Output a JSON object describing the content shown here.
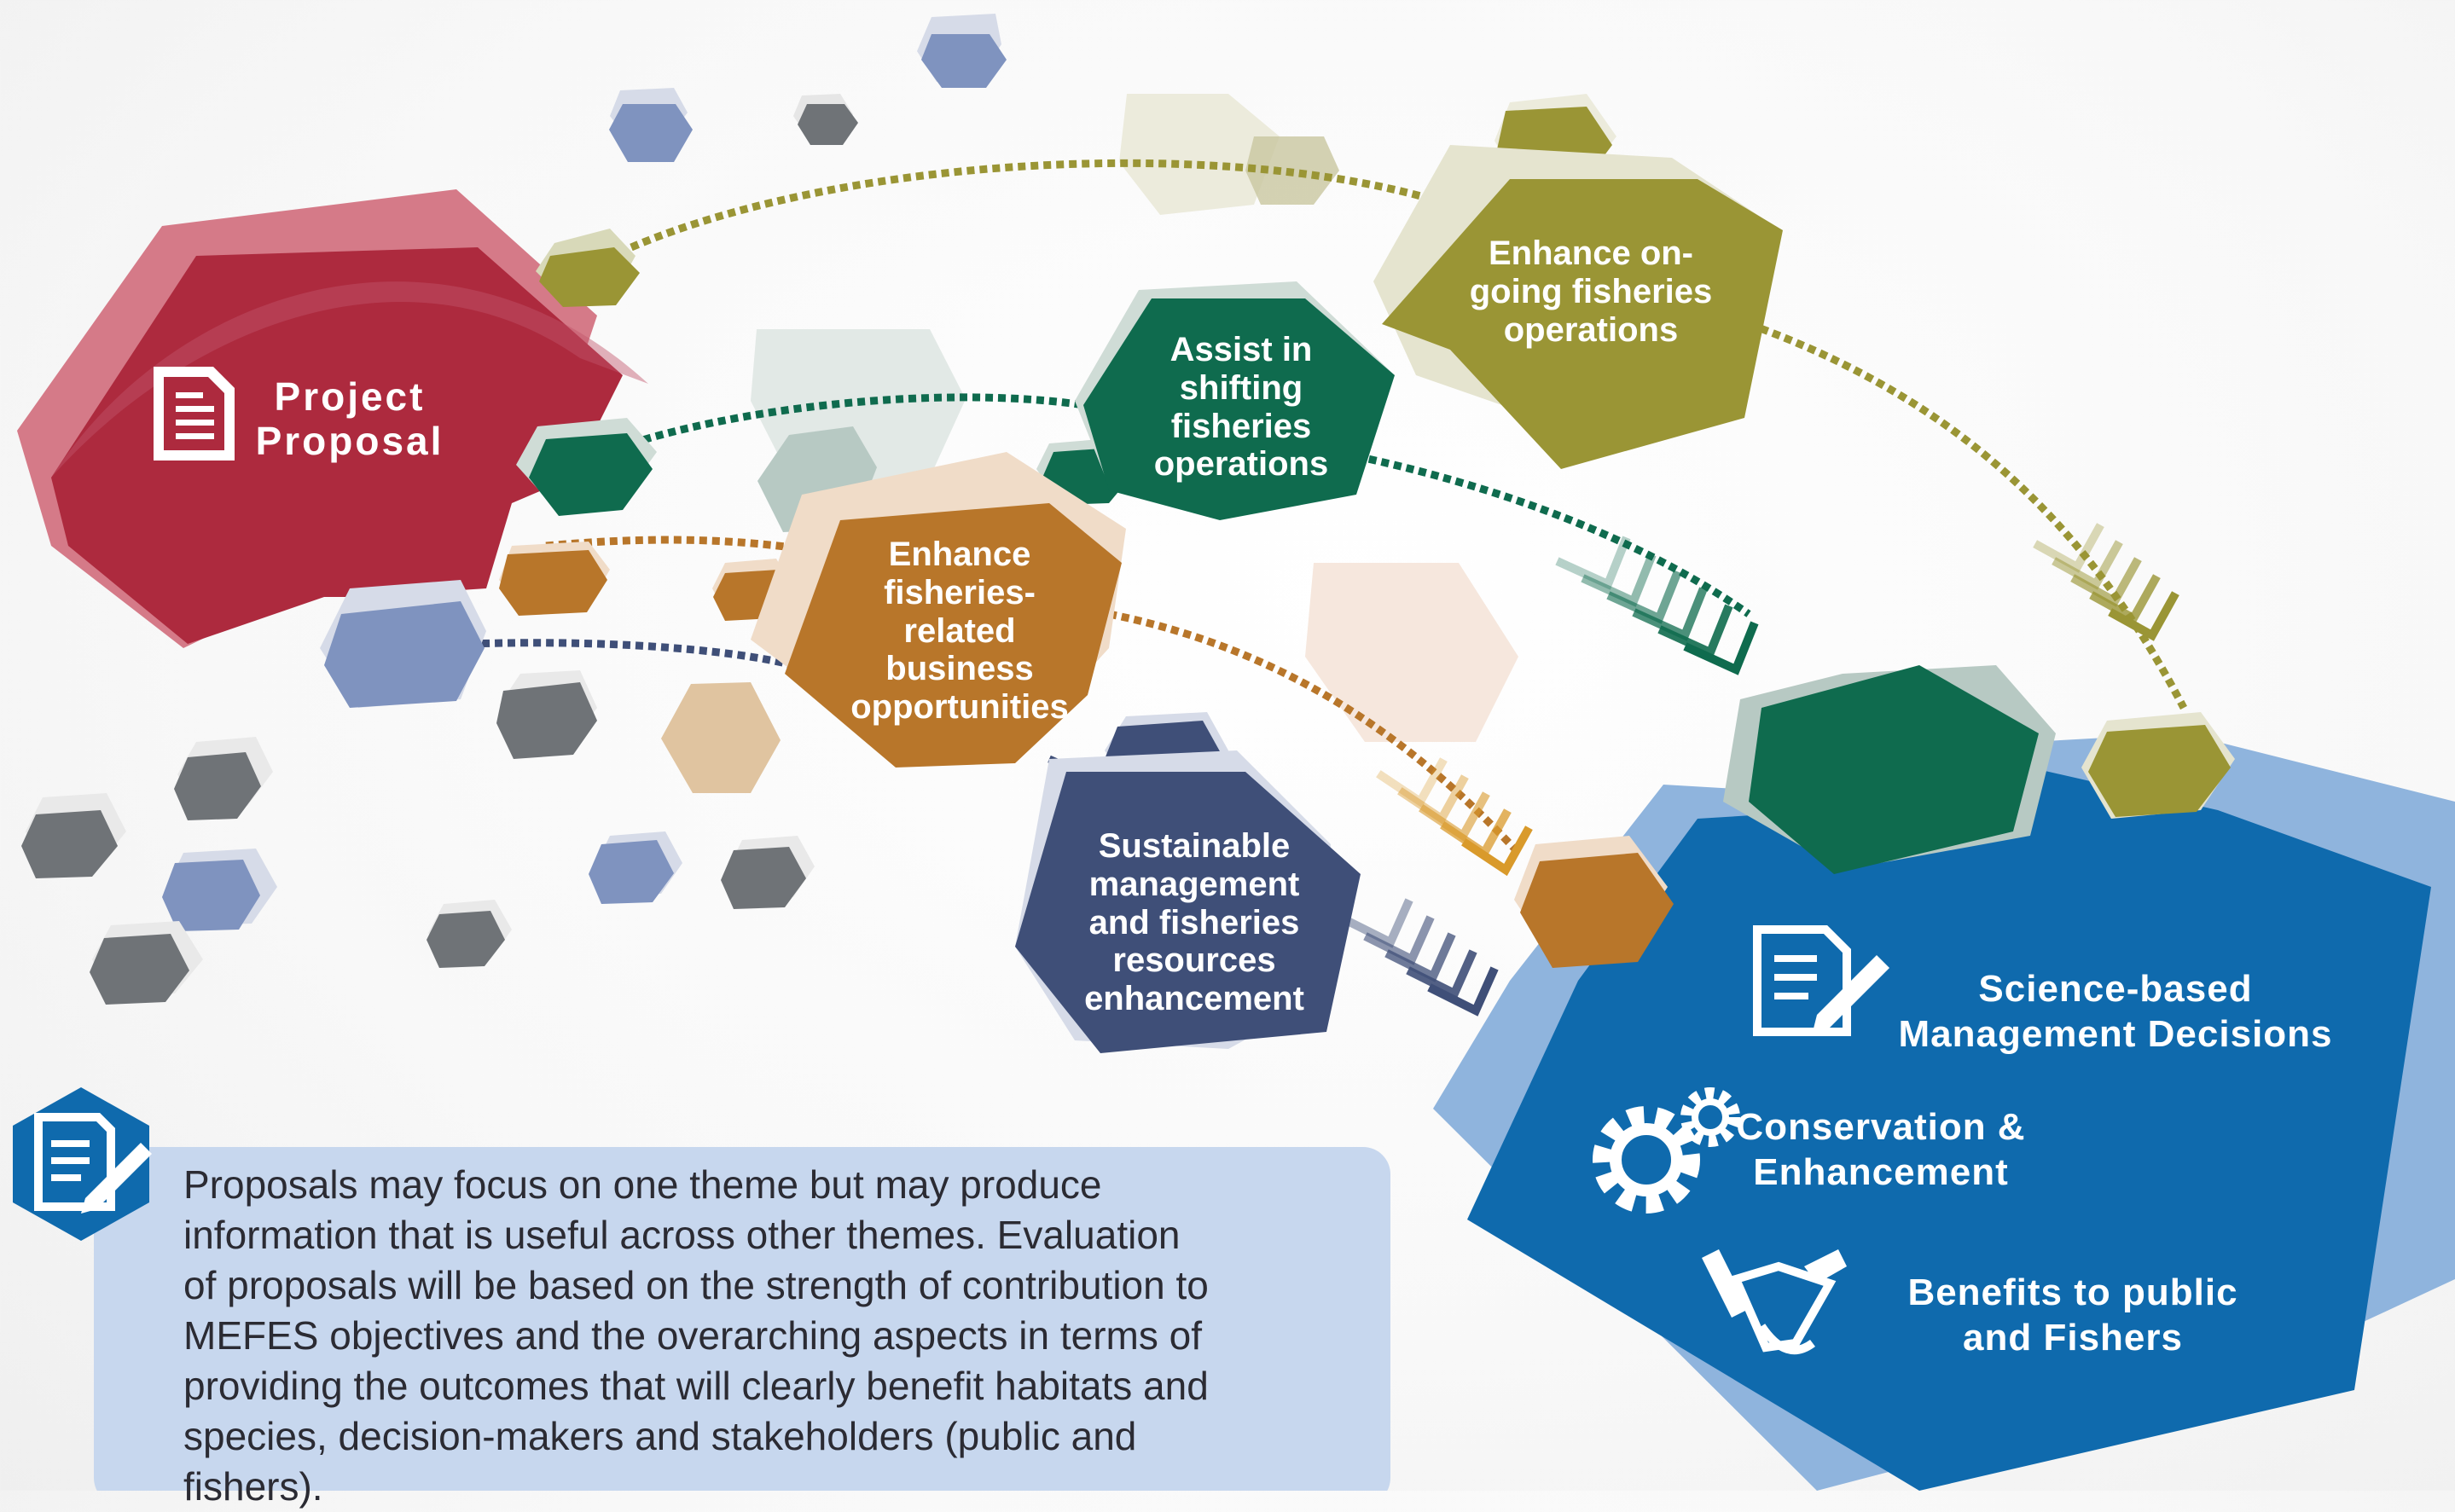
{
  "project_proposal": "Project\nProposal",
  "themes": {
    "ongoing": "Enhance on-\ngoing fisheries\noperations",
    "shifting": "Assist in\nshifting\nfisheries\noperations",
    "business": "Enhance\nfisheries-\nrelated\nbusiness\nopportunities",
    "sustainable": "Sustainable\nmanagement\nand fisheries\nresources\nenhancement"
  },
  "outcomes": {
    "science": "Science-based\nManagement Decisions",
    "conservation": "Conservation &\nEnhancement",
    "benefits": "Benefits to public\nand Fishers"
  },
  "note": "Proposals may focus on one theme but may produce\ninformation that is useful across other themes.  Evaluation\nof proposals will be based on the strength of contribution to\nMEFES objectives and the overarching aspects in terms of\nproviding the outcomes that will clearly benefit habitats and\nspecies, decision-makers and stakeholders (public and\nfishers).",
  "colors": {
    "red": "#ad2a3e",
    "olive": "#9a9535",
    "green": "#0f6b4e",
    "orange": "#b8762a",
    "navy": "#3f4f78",
    "blue": "#0f6aad",
    "grey": "#6f7377",
    "slate": "#7f93bf"
  },
  "icons": [
    "document-icon",
    "gear-icon",
    "handshake-icon",
    "pen-document-icon"
  ]
}
